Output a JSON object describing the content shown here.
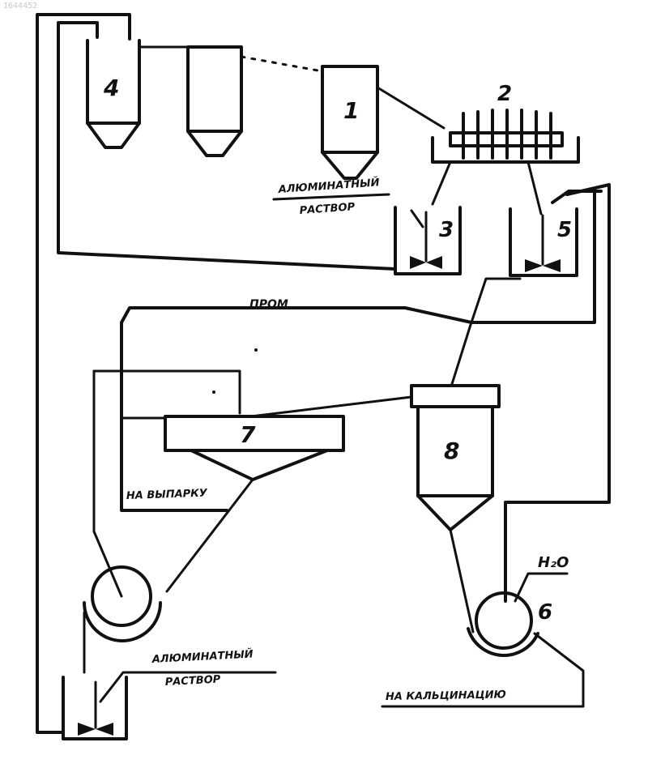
{
  "watermark": "1644452",
  "units": {
    "u1": "1",
    "u2": "2",
    "u3": "3",
    "u4": "4",
    "u5": "5",
    "u6": "6",
    "u7": "7",
    "u8": "8"
  },
  "labels": {
    "aluminate_solution_top_line1": "АЛЮМИНАТНЫЙ",
    "aluminate_solution_top_line2": "РАСТВОР",
    "wash": "ПРОМ",
    "to_evaporation": "НА ВЫПАРКУ",
    "aluminate_solution_bottom_line1": "АЛЮМИНАТНЫЙ",
    "aluminate_solution_bottom_line2": "РАСТВОР",
    "water": "H₂O",
    "to_calcination": "НА КАЛЬЦИНАЦИЮ"
  },
  "colors": {
    "ink": "#111111",
    "paper": "#ffffff"
  }
}
